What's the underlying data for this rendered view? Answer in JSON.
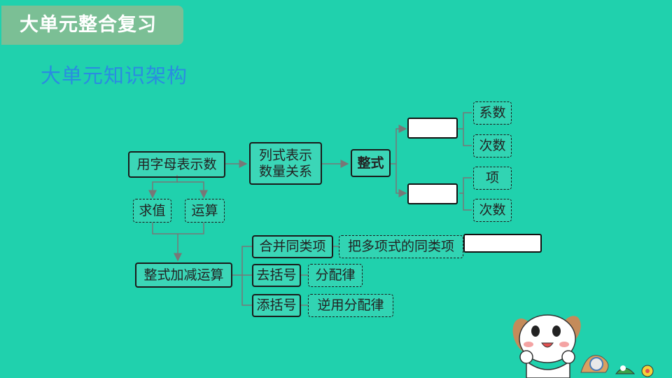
{
  "header": {
    "tag": "大单元整合复习",
    "subtitle": "大单元知识架构"
  },
  "nodes": {
    "letters": "用字母表示数",
    "expr_line1": "列式表示",
    "expr_line2": "数量关系",
    "polynomial_expr": "整式",
    "coefficient": "系数",
    "degree_mono": "次数",
    "term": "项",
    "degree_poly": "次数",
    "evaluate": "求值",
    "operation": "运算",
    "add_sub": "整式加减运算",
    "combine": "合并同类项",
    "combine_rule": "把多项式的同类项",
    "remove_paren": "去括号",
    "distributive": "分配律",
    "add_paren": "添括号",
    "reverse_distributive": "逆用分配律"
  },
  "colors": {
    "background": "#20d1ad",
    "tag": "#7bbf95",
    "subtitle": "#2a8ce0"
  }
}
